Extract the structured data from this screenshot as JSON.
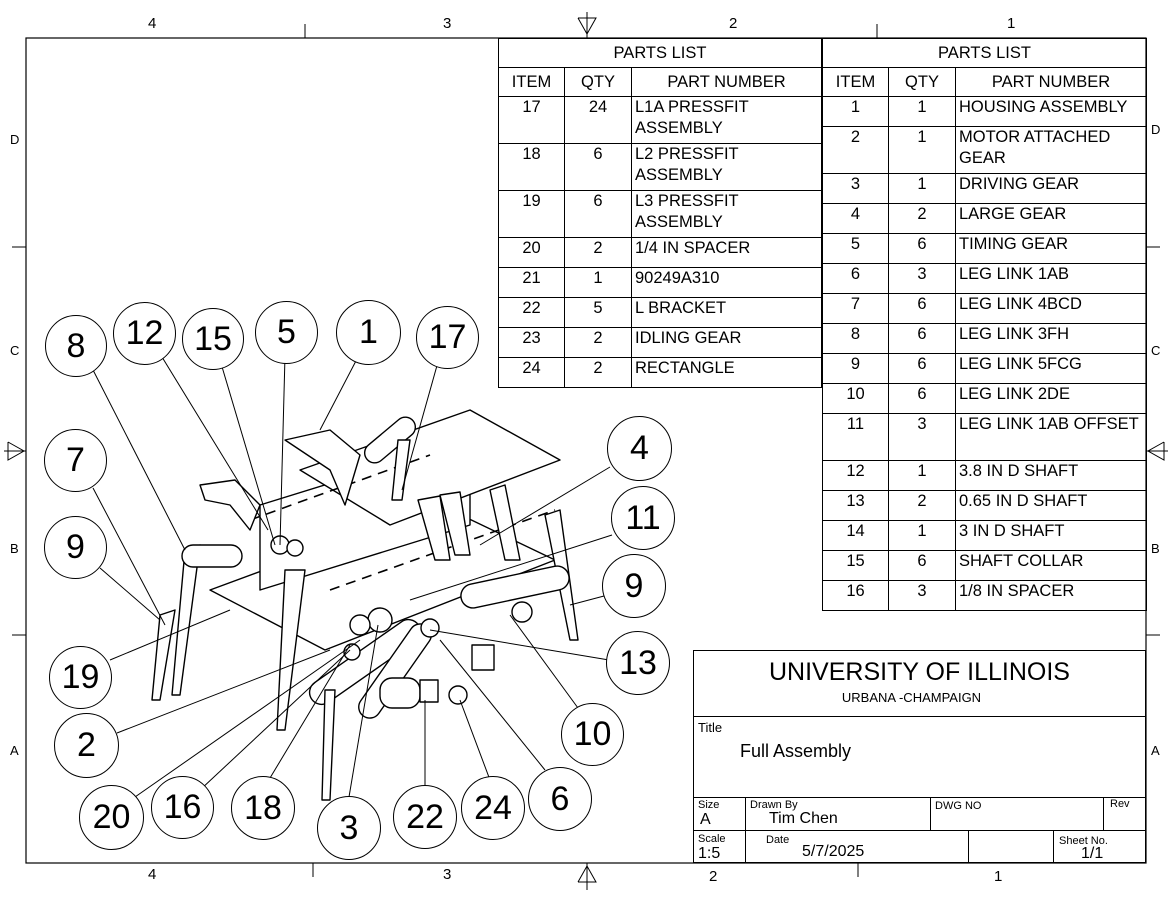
{
  "zones": {
    "top": [
      "4",
      "3",
      "2",
      "1"
    ],
    "bottom": [
      "4",
      "3",
      "2",
      "1"
    ],
    "left": [
      "D",
      "C",
      "B",
      "A"
    ],
    "right": [
      "D",
      "C",
      "B",
      "A"
    ]
  },
  "parts_left": {
    "title": "PARTS LIST",
    "headers": [
      "ITEM",
      "QTY",
      "PART NUMBER"
    ],
    "rows": [
      [
        "17",
        "24",
        "L1A PRESSFIT ASSEMBLY"
      ],
      [
        "18",
        "6",
        "L2 PRESSFIT ASSEMBLY"
      ],
      [
        "19",
        "6",
        "L3 PRESSFIT ASSEMBLY"
      ],
      [
        "20",
        "2",
        "1/4 IN SPACER"
      ],
      [
        "21",
        "1",
        "90249A310"
      ],
      [
        "22",
        "5",
        "L BRACKET"
      ],
      [
        "23",
        "2",
        "IDLING GEAR"
      ],
      [
        "24",
        "2",
        "RECTANGLE"
      ]
    ]
  },
  "parts_right": {
    "title": "PARTS LIST",
    "headers": [
      "ITEM",
      "QTY",
      "PART NUMBER"
    ],
    "rows": [
      [
        "1",
        "1",
        "HOUSING ASSEMBLY"
      ],
      [
        "2",
        "1",
        "MOTOR ATTACHED GEAR"
      ],
      [
        "3",
        "1",
        "DRIVING GEAR"
      ],
      [
        "4",
        "2",
        "LARGE GEAR"
      ],
      [
        "5",
        "6",
        "TIMING GEAR"
      ],
      [
        "6",
        "3",
        "LEG LINK 1AB"
      ],
      [
        "7",
        "6",
        "LEG LINK 4BCD"
      ],
      [
        "8",
        "6",
        "LEG LINK 3FH"
      ],
      [
        "9",
        "6",
        "LEG LINK 5FCG"
      ],
      [
        "10",
        "6",
        "LEG LINK 2DE"
      ],
      [
        "11",
        "3",
        "LEG LINK 1AB OFFSET"
      ],
      [
        "12",
        "1",
        "3.8 IN D SHAFT"
      ],
      [
        "13",
        "2",
        "0.65 IN D SHAFT"
      ],
      [
        "14",
        "1",
        "3 IN D SHAFT"
      ],
      [
        "15",
        "6",
        "SHAFT COLLAR"
      ],
      [
        "16",
        "3",
        "1/8 IN SPACER"
      ]
    ]
  },
  "title_block": {
    "org": "UNIVERSITY OF ILLINOIS",
    "org_sub": "URBANA -CHAMPAIGN",
    "title_label": "Title",
    "title": "Full Assembly",
    "size_label": "Size",
    "size": "A",
    "drawn_label": "Drawn By",
    "drawn": "Tim Chen",
    "dwg_label": "DWG NO",
    "dwg": "",
    "rev_label": "Rev",
    "rev": "",
    "scale_label": "Scale",
    "scale": "1:5",
    "date_label": "Date",
    "date": "5/7/2025",
    "sheet_label": "Sheet No.",
    "sheet": "1/1"
  },
  "balloons": [
    "8",
    "12",
    "15",
    "5",
    "1",
    "17",
    "7",
    "9",
    "4",
    "11",
    "9",
    "13",
    "19",
    "2",
    "10",
    "20",
    "16",
    "18",
    "3",
    "22",
    "24",
    "6"
  ]
}
